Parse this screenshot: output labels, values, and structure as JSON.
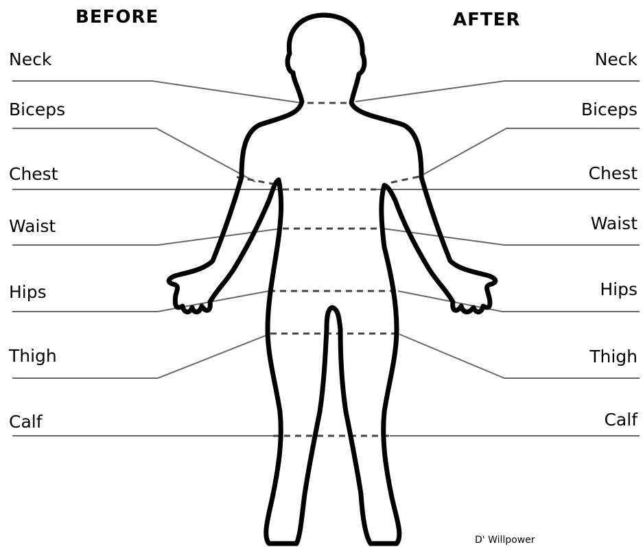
{
  "headings": {
    "before": "BEFORE",
    "after": "AFTER"
  },
  "measurements": [
    {
      "key": "neck",
      "left_label": "Neck",
      "right_label": "Neck"
    },
    {
      "key": "biceps",
      "left_label": "Biceps",
      "right_label": "Biceps"
    },
    {
      "key": "chest",
      "left_label": "Chest",
      "right_label": "Chest"
    },
    {
      "key": "waist",
      "left_label": "Waist",
      "right_label": "Waist"
    },
    {
      "key": "hips",
      "left_label": "Hips",
      "right_label": "Hips"
    },
    {
      "key": "thigh",
      "left_label": "Thigh",
      "right_label": "Thigh"
    },
    {
      "key": "calf",
      "left_label": "Calf",
      "right_label": "Calf"
    }
  ],
  "credit": "D' Willpower"
}
